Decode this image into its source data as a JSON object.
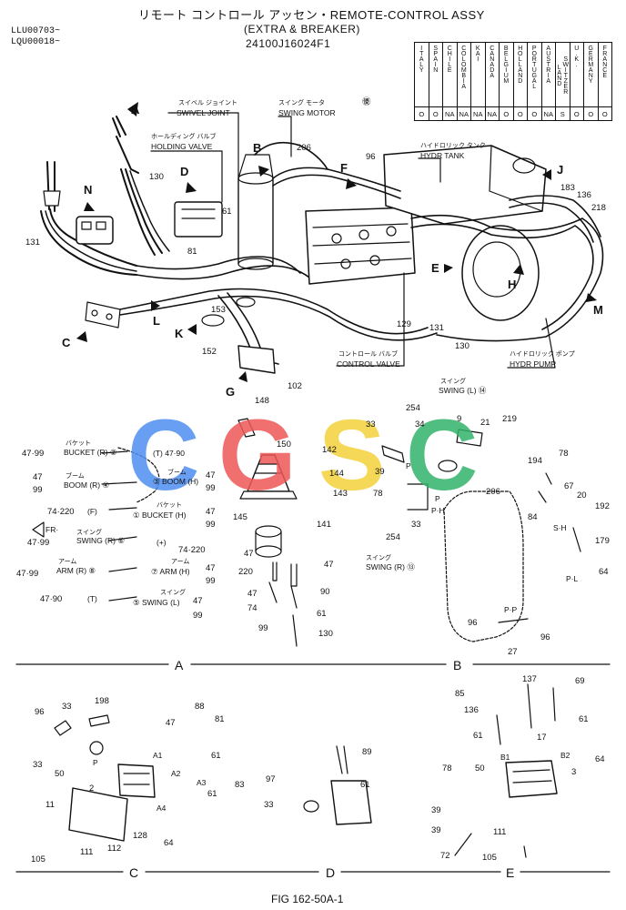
{
  "header": {
    "title": "リモート コントロール アッセン・REMOTE-CONTROL ASSY",
    "subtitle": "(EXTRA & BREAKER)",
    "part_no": "24100J16024F1",
    "serials": [
      "LLU00703~",
      "LQU00018~"
    ],
    "corner_mark": "㊝"
  },
  "countries": {
    "names": [
      "ITALY",
      "SPAIN",
      "CHILE",
      "COLOMBIA",
      "KAI",
      "CANADA",
      "BELGIUM",
      "HOLLAND",
      "PORTUGAL",
      "AUSTRIA",
      "SWITZER LAND",
      "U.K.",
      "GERMANY",
      "FRANCE"
    ],
    "codes": [
      "O",
      "O",
      "NA",
      "NA",
      "NA",
      "NA",
      "O",
      "O",
      "O",
      "NA",
      "S",
      "O",
      "O",
      "O"
    ]
  },
  "callouts": {
    "swivel_joint_jp": "スイベル ジョイント",
    "swivel_joint": "SWIVEL JOINT",
    "swing_motor_jp": "スイング モータ",
    "swing_motor": "SWING MOTOR",
    "holding_valve_jp": "ホールディング バルブ",
    "holding_valve": "HOLDING VALVE",
    "hydr_tank_jp": "ハイドロリック タンク",
    "hydr_tank": "HYDR TANK",
    "control_valve_jp": "コントロール バルブ",
    "control_valve": "CONTROL VALVE",
    "hydr_pump_jp": "ハイドロリック ポンプ",
    "hydr_pump": "HYDR PUMP"
  },
  "letters": {
    "a": "A",
    "b": "B",
    "d": "D",
    "f": "F",
    "n": "N",
    "j": "J",
    "e": "E",
    "h": "H",
    "m": "M",
    "c": "C",
    "l": "L",
    "k": "K",
    "g": "G"
  },
  "main_numbers": {
    "n130": "130",
    "n131": "131",
    "n206": "206",
    "n96": "96",
    "n183": "183",
    "n136": "136",
    "n218": "218",
    "n61": "61",
    "n81": "81",
    "n153": "153",
    "n152": "152",
    "n129": "129",
    "n131b": "131",
    "n130b": "130",
    "n102": "102"
  },
  "section_a": {
    "bucket_r_jp": "バケット",
    "bucket_r": "BUCKET (R) ②",
    "t1": "(T) 47·90",
    "n4799a": "47·99",
    "boom_r_jp": "ブーム",
    "boom_r": "BOOM (R) ④",
    "boom_h_jp": "ブーム",
    "boom_h": "③ BOOM (H)",
    "n47a": "47",
    "n99a": "99",
    "n47b": "47",
    "n99b": "99",
    "n74220a": "74·220",
    "f1": "(F)",
    "bucket_h_jp": "バケット",
    "bucket_h": "① BUCKET (H)",
    "n47c": "47",
    "n99c": "99",
    "fr": "FR·",
    "n4799b": "47·99",
    "swing_r_jp": "スイング",
    "swing_r": "SWING (R) ⑥",
    "plus": "(+)",
    "n74220b": "74·220",
    "n4799c": "47·99",
    "arm_r_jp": "アーム",
    "arm_r": "ARM (R) ⑧",
    "arm_h_jp": "アーム",
    "arm_h": "⑦ ARM (H)",
    "n47d": "47",
    "n99d": "99",
    "n4790": "47·90",
    "t2": "(T)",
    "swing_l_jp": "スイング",
    "swing_l": "⑤ SWING (L)",
    "n47e": "47",
    "n99e": "99",
    "n148": "148",
    "n150": "150",
    "n142": "142",
    "n144": "144",
    "n143": "143",
    "n145": "145",
    "n141": "141",
    "n47f": "47",
    "n220": "220",
    "n47g": "47",
    "n74": "74",
    "n47h": "47",
    "n90": "90",
    "n99f": "99",
    "n61": "61",
    "n130": "130",
    "label": "A"
  },
  "section_b": {
    "swing_l_jp": "スイング",
    "swing_l": "SWING (L) ⑭",
    "n254a": "254",
    "n33a": "33",
    "n34": "34",
    "n9": "9",
    "n21": "21",
    "n219": "219",
    "n78a": "78",
    "n194": "194",
    "n39": "39",
    "n206": "206",
    "n78b": "78",
    "n67": "67",
    "n20": "20",
    "n192": "192",
    "p_a": "P",
    "p_b": "P",
    "ph": "P·H",
    "sh": "S·H",
    "n33b": "33",
    "n84": "84",
    "n254b": "254",
    "swing_r_jp": "スイング",
    "swing_r": "SWING (R) ⑬",
    "n179": "179",
    "pl": "P·L",
    "n64": "64",
    "pp": "P·P",
    "n96a": "96",
    "n96b": "96",
    "n27": "27",
    "label": "B"
  },
  "section_c": {
    "n96": "96",
    "n33a": "33",
    "n198": "198",
    "n33b": "33",
    "n50": "50",
    "p": "P",
    "n47": "47",
    "n88": "88",
    "n81": "81",
    "a1": "A1",
    "a2": "A2",
    "n61a": "61",
    "a3": "A3",
    "n2": "2",
    "n61b": "61",
    "n83": "83",
    "n11": "11",
    "n128": "128",
    "a4": "A4",
    "n64": "64",
    "n105": "105",
    "n111": "111",
    "n112": "112",
    "label": "C"
  },
  "section_d": {
    "n89": "89",
    "n97": "97",
    "n61": "61",
    "n33": "33",
    "label": "D"
  },
  "section_e": {
    "n137": "137",
    "n69": "69",
    "n85": "85",
    "n136": "136",
    "n17": "17",
    "n61a": "61",
    "n61b": "61",
    "b1": "B1",
    "b2": "B2",
    "n64": "64",
    "n78": "78",
    "n50": "50",
    "n3": "3",
    "n39a": "39",
    "n39b": "39",
    "n111": "111",
    "n72": "72",
    "n105": "105",
    "label": "E"
  },
  "footer": {
    "fig": "FIG 162-50A-1"
  },
  "watermark": {
    "letters": [
      "C",
      "G",
      "S",
      "C"
    ],
    "colors": [
      "#4f8ff0",
      "#ee5757",
      "#f5d23c",
      "#32b36a"
    ]
  }
}
